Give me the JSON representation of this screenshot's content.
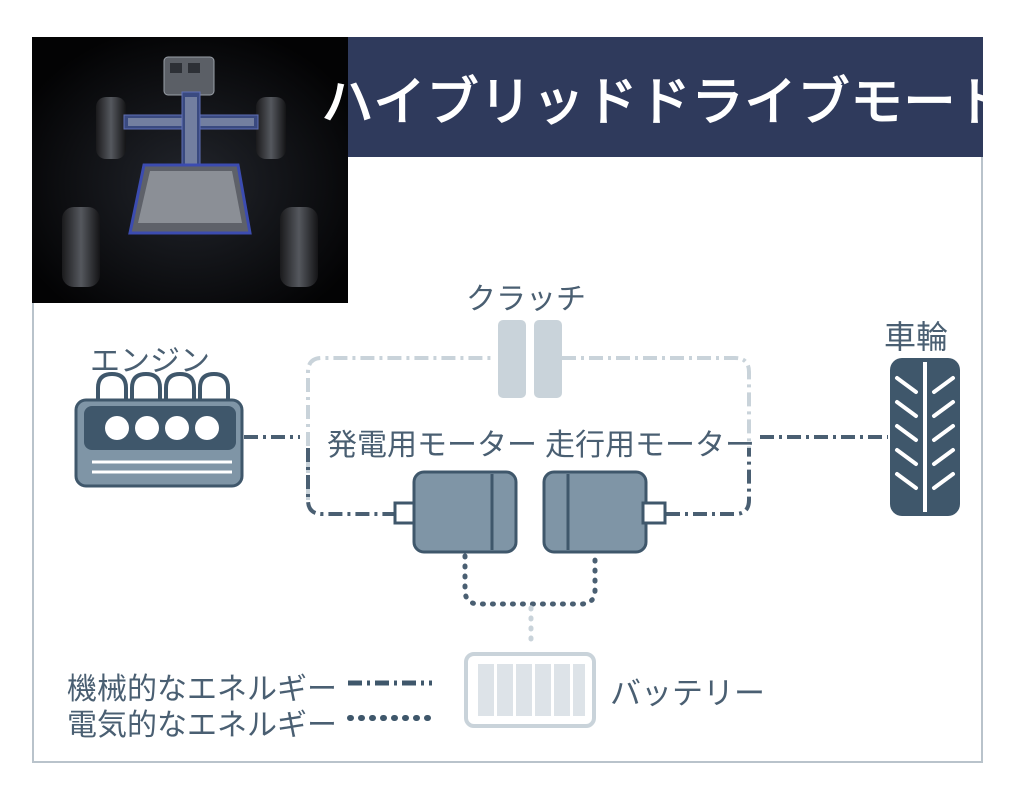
{
  "title": "ハイブリッドドライブモード",
  "labels": {
    "clutch": "クラッチ",
    "engine": "エンジン",
    "wheel": "車輪",
    "generator_motor": "発電用モーター",
    "drive_motor": "走行用モーター",
    "battery": "バッテリー"
  },
  "legend": {
    "mechanical": "機械的なエネルギー",
    "electrical": "電気的なエネルギー"
  },
  "colors": {
    "title_bar": "#2f3a5c",
    "component": "#7f95a6",
    "component_dark": "#3f576b",
    "inactive": "#c9d3da",
    "text": "#4a5f72"
  }
}
